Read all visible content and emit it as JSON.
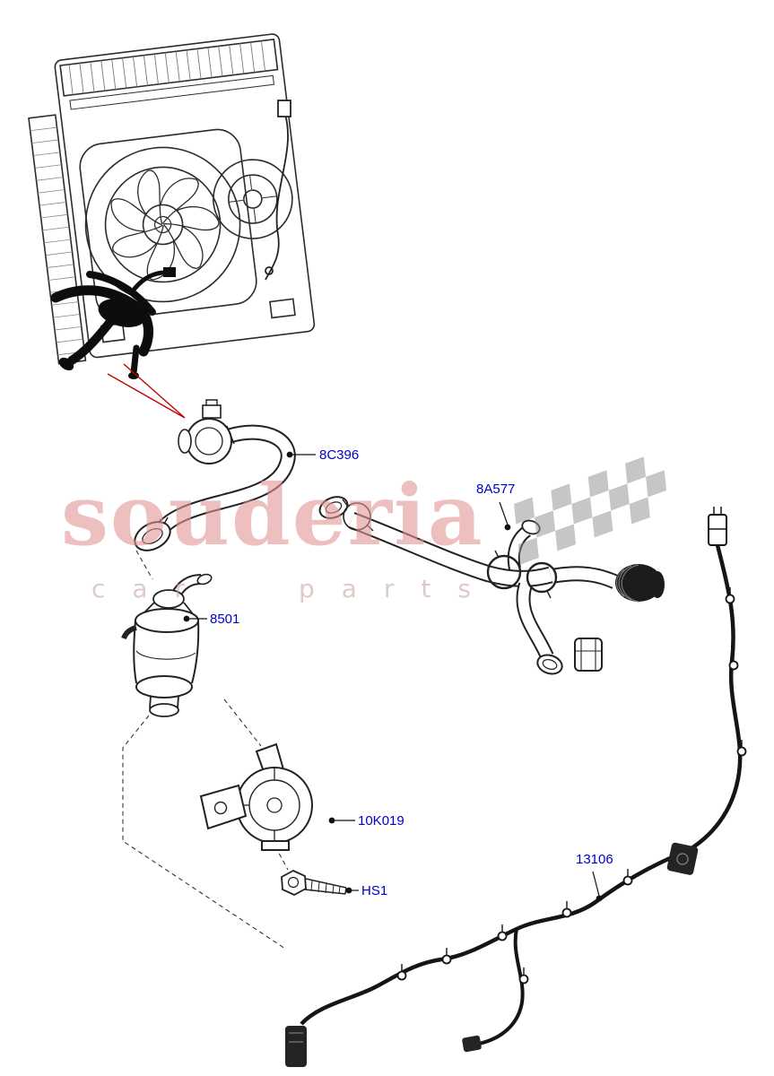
{
  "watermark": {
    "title": "souderia",
    "subtitle": "car parts",
    "title_color": "#e29494",
    "flag_color": "#8f8f8f"
  },
  "callouts": {
    "water_outlet_hose": "8C396",
    "radiator_coolant_hose": "8A577",
    "auxiliary_water_pump": "8501",
    "pump_bracket": "10K019",
    "bolt": "HS1",
    "wiring_harness": "13106"
  },
  "colors": {
    "callout_label": "#0000c8",
    "callout_arrow": "#c40000",
    "line_art": "#222222"
  }
}
